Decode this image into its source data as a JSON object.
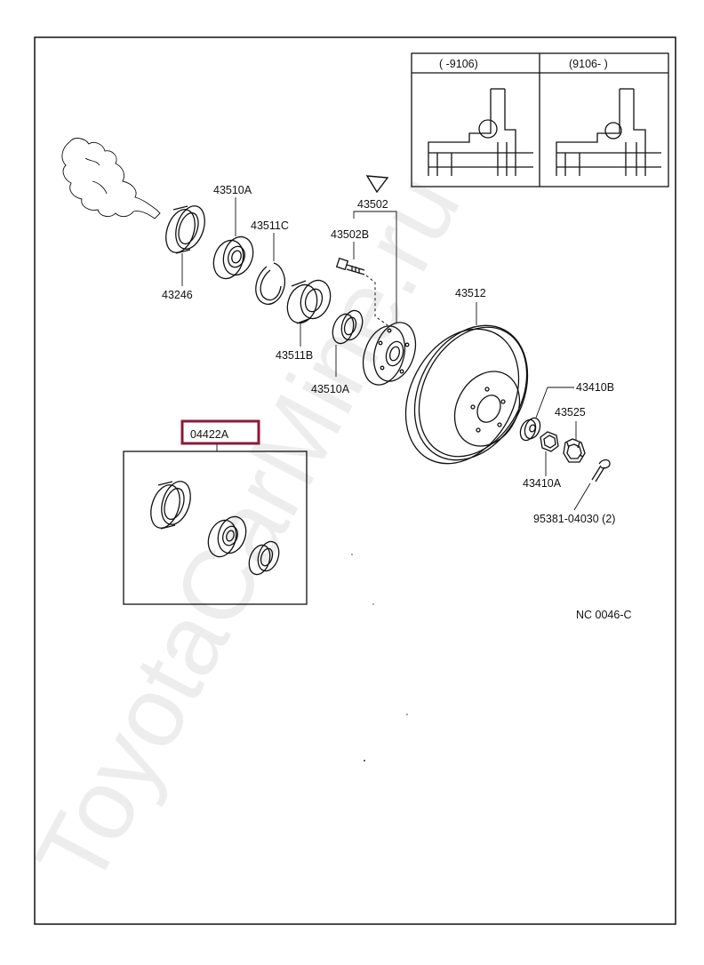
{
  "inset": {
    "left_header": "(      -9106)",
    "right_header": "(9106-      )"
  },
  "parts": {
    "p43510A_top": "43510A",
    "p43511C": "43511C",
    "p43246": "43246",
    "p43511B": "43511B",
    "p43510A_bottom": "43510A",
    "p43502": "43502",
    "p43502B": "43502B",
    "p43512": "43512",
    "p43410B": "43410B",
    "p43525": "43525",
    "p43410A": "43410A",
    "p95381": "95381-04030 (2)"
  },
  "kit": {
    "label": "04422A",
    "highlight_color": "#8b1a3a"
  },
  "diagram_code": "NC 0046-C",
  "watermark": "ToyotaCarMine.ru"
}
